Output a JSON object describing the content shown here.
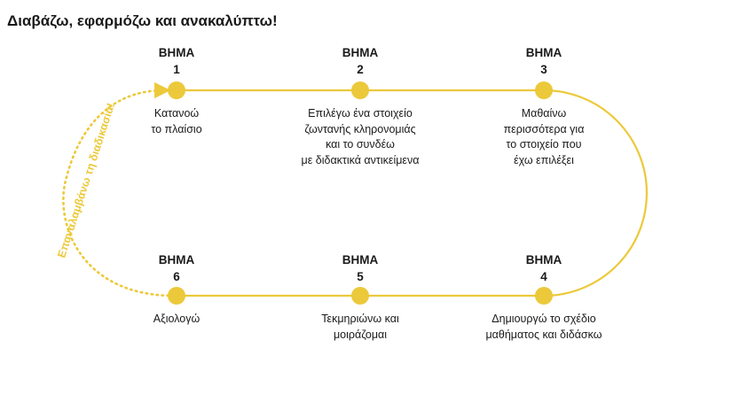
{
  "title": "Διαβάζω, εφαρμόζω και ανακαλύπτω!",
  "loop_label": "Επαναλαμβάνω τη διαδικασία!",
  "colors": {
    "accent": "#ecc93a",
    "text": "#1a1a1a"
  },
  "steps": [
    {
      "word": "ΒΗΜΑ",
      "number": "1",
      "lines": [
        "Κατανοώ",
        "το πλαίσιο"
      ]
    },
    {
      "word": "ΒΗΜΑ",
      "number": "2",
      "lines": [
        "Επιλέγω ένα στοιχείο",
        "ζωντανής κληρονομιάς",
        "και το συνδέω",
        "με διδακτικά αντικείμενα"
      ]
    },
    {
      "word": "ΒΗΜΑ",
      "number": "3",
      "lines": [
        "Μαθαίνω",
        "περισσότερα για",
        "το στοιχείο που",
        "έχω επιλέξει"
      ]
    },
    {
      "word": "ΒΗΜΑ",
      "number": "4",
      "lines": [
        "Δημιουργώ το σχέδιο",
        "μαθήματος και διδάσκω"
      ]
    },
    {
      "word": "ΒΗΜΑ",
      "number": "5",
      "lines": [
        "Τεκμηριώνω και",
        "μοιράζομαι"
      ]
    },
    {
      "word": "ΒΗΜΑ",
      "number": "6",
      "lines": [
        "Αξιολογώ"
      ]
    }
  ]
}
